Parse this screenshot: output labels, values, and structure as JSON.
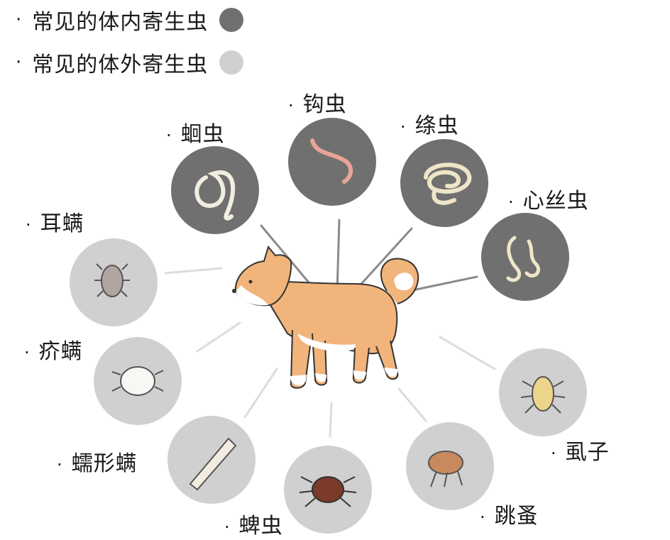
{
  "legend": {
    "internal": {
      "label": "常见的体内寄生虫",
      "color": "#707070"
    },
    "external": {
      "label": "常见的体外寄生虫",
      "color": "#d0d0d0"
    }
  },
  "bullet": "·",
  "parasites": {
    "roundworm": "蛔虫",
    "hookworm": "钩虫",
    "tapeworm": "绦虫",
    "heartworm": "心丝虫",
    "ear_mite": "耳螨",
    "scabies_mite": "疥螨",
    "demodex_mite": "蠕形螨",
    "tick": "蜱虫",
    "flea": "跳蚤",
    "louse": "虱子"
  },
  "colors": {
    "dog_orange": "#f1b47a",
    "dog_cream": "#ffffff",
    "connector": "#8a8a8a"
  }
}
